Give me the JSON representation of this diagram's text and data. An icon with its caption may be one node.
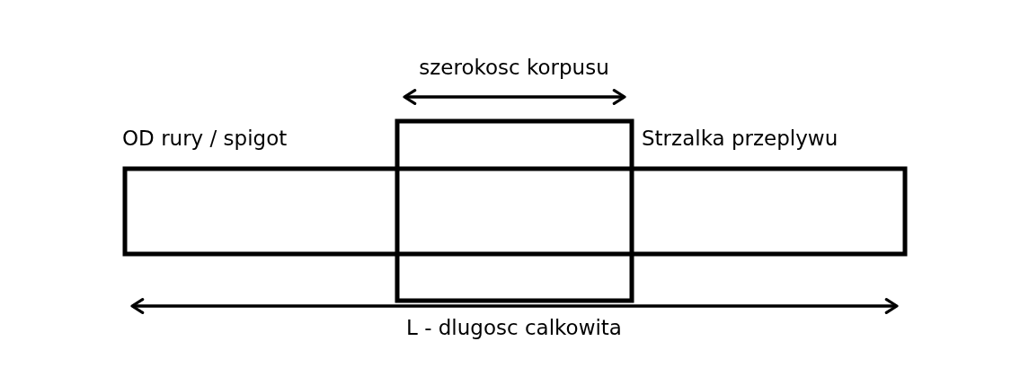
{
  "diagram": {
    "labels": [
      "szerokosc korpusu",
      "OD rury / spigot",
      "Strzalka przeplywu",
      "L - dlugosc calkowita"
    ]
  }
}
